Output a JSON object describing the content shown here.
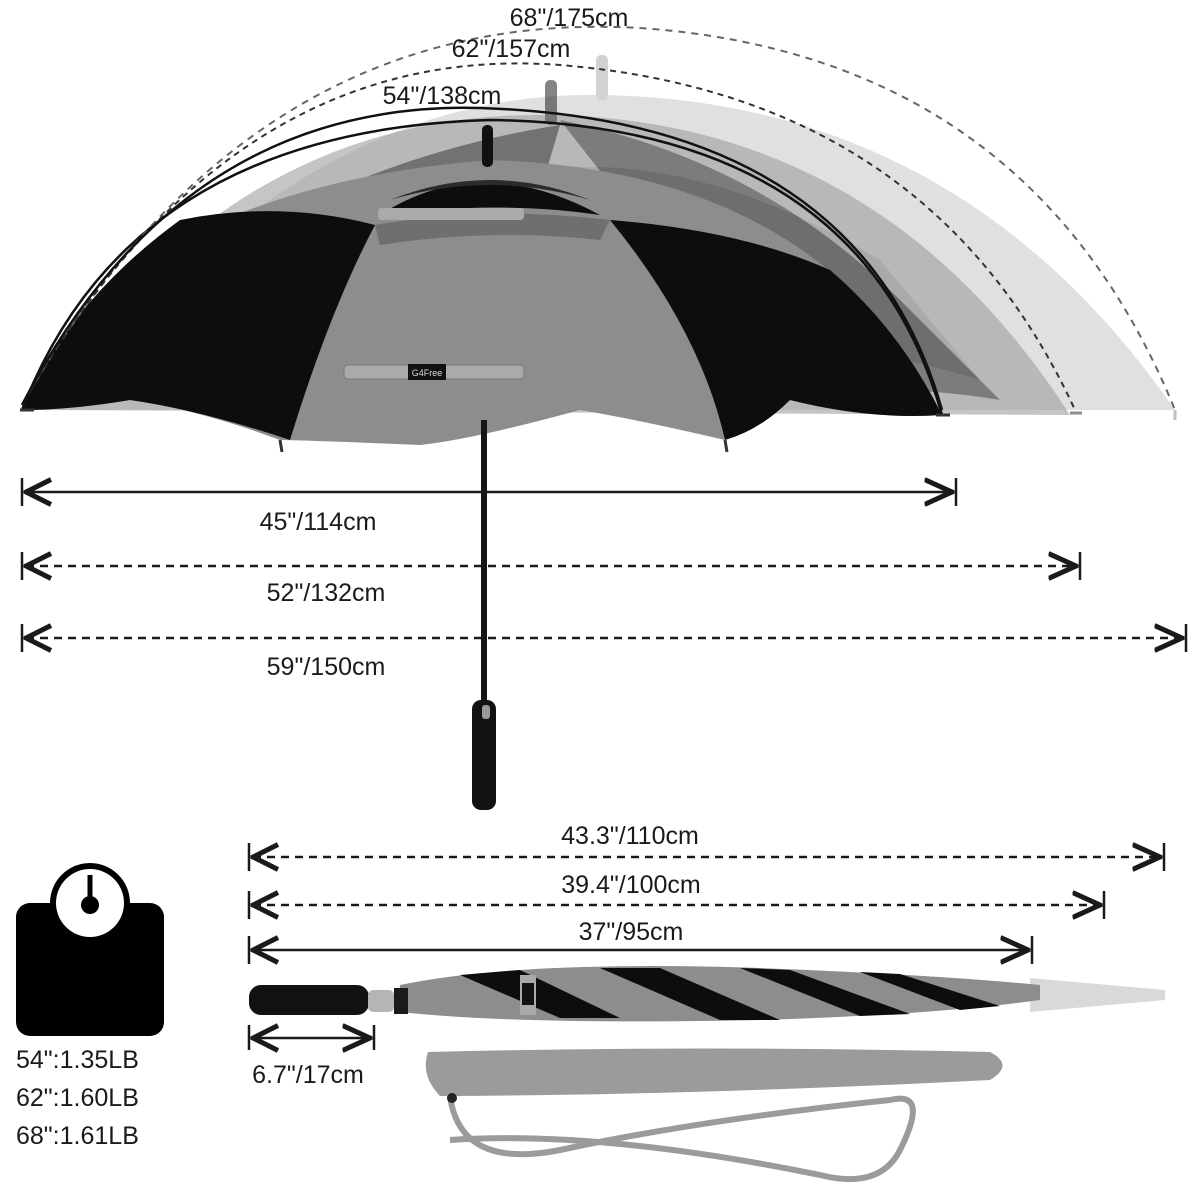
{
  "canopy_arcs": {
    "arc_68": "68\"/175cm",
    "arc_62": "62\"/157cm",
    "arc_54": "54\"/138cm"
  },
  "open_widths": {
    "w45": "45\"/114cm",
    "w52": "52\"/132cm",
    "w59": "59\"/150cm"
  },
  "closed_lengths": {
    "l43": "43.3\"/110cm",
    "l39": "39.4\"/100cm",
    "l37": "37\"/95cm",
    "handle": "6.7\"/17cm"
  },
  "weights": [
    "54\":1.35LB",
    "62\":1.60LB",
    "68\":1.61LB"
  ],
  "brand_mark": "G4Free",
  "colors": {
    "black_panel": "#0d0d0d",
    "gray_panel": "#8c8e8d",
    "light_panel": "#c9cacb",
    "line": "#1a1a1a",
    "dashed": "#555555"
  },
  "icons": [
    "scale-icon",
    "umbrella-open-icon",
    "umbrella-closed-icon",
    "umbrella-sleeve-icon"
  ]
}
